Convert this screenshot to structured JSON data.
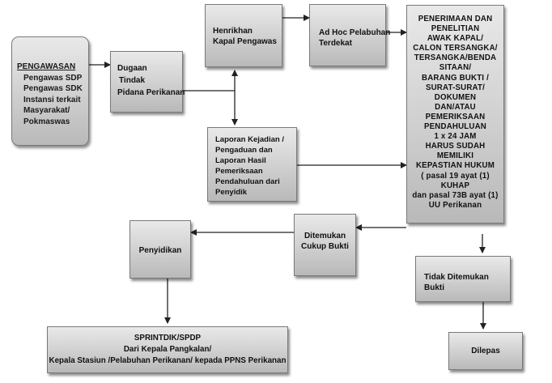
{
  "pengawasan": {
    "heading": "PENGAWASAN",
    "lines": [
      "Pengawas SDP",
      "Pengawas SDK",
      "Instansi terkait",
      "Masyarakat/",
      "Pokmaswas"
    ]
  },
  "dugaan": {
    "lines": [
      "Dugaan",
      "Tindak",
      "Pidana Perikanan"
    ]
  },
  "henrikhan": {
    "lines": [
      "Henrikhan",
      "Kapal Pengawas"
    ]
  },
  "adhoc": {
    "lines": [
      "Ad Hoc Pelabuhan",
      "Terdekat"
    ]
  },
  "laporan": {
    "lines": [
      "Laporan Kejadian /",
      "Pengaduan dan",
      "Laporan Hasil",
      "Pemeriksaan",
      "Pendahuluan dari",
      "Penyidik"
    ]
  },
  "penerimaan": {
    "lines": [
      "PENERIMAAN DAN",
      "PENELITIAN",
      "AWAK KAPAL/",
      "CALON TERSANGKA/",
      "TERSANGKA/BENDA",
      "SITAAN/",
      "BARANG BUKTI /",
      "SURAT-SURAT/",
      "DOKUMEN",
      "DAN/ATAU",
      "PEMERIKSAAN",
      "PENDAHULUAN",
      "1 x 24 JAM",
      "HARUS SUDAH",
      "MEMILIKI",
      "KEPASTIAN HUKUM",
      "( pasal 19 ayat (1)",
      "KUHAP",
      "dan pasal 73B ayat (1)",
      "UU Perikanan"
    ]
  },
  "ditemukan": {
    "lines": [
      "Ditemukan",
      "Cukup Bukti"
    ]
  },
  "penyidikan": {
    "label": "Penyidikan"
  },
  "tidak_ditemukan": {
    "lines": [
      "Tidak  Ditemukan",
      "Bukti"
    ]
  },
  "sprintdik": {
    "lines": [
      "SPRINTDIK/SPDP",
      "Dari Kepala Pangkalan/",
      "Kepala Stasiun /Pelabuhan Perikanan/ kepada PPNS Perikanan"
    ]
  },
  "dilepas": {
    "label": "Dilepas"
  }
}
